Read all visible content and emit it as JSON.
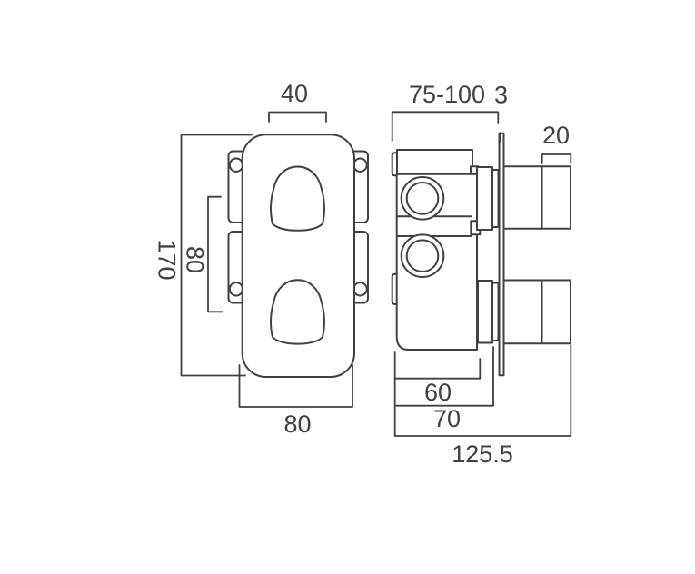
{
  "meta": {
    "background_color": "#ffffff",
    "line_color": "#414141"
  },
  "dims": {
    "front": {
      "handle_width": "40",
      "overall_height": "170",
      "handle_spacing": "80",
      "faceplate_width": "80"
    },
    "side": {
      "recess_depth_range": "75-100",
      "wall_plate_thickness": "3",
      "handle_depth": "20",
      "body_depth": "60",
      "body_and_cartridge_depth": "70",
      "overall_depth": "125.5"
    }
  }
}
